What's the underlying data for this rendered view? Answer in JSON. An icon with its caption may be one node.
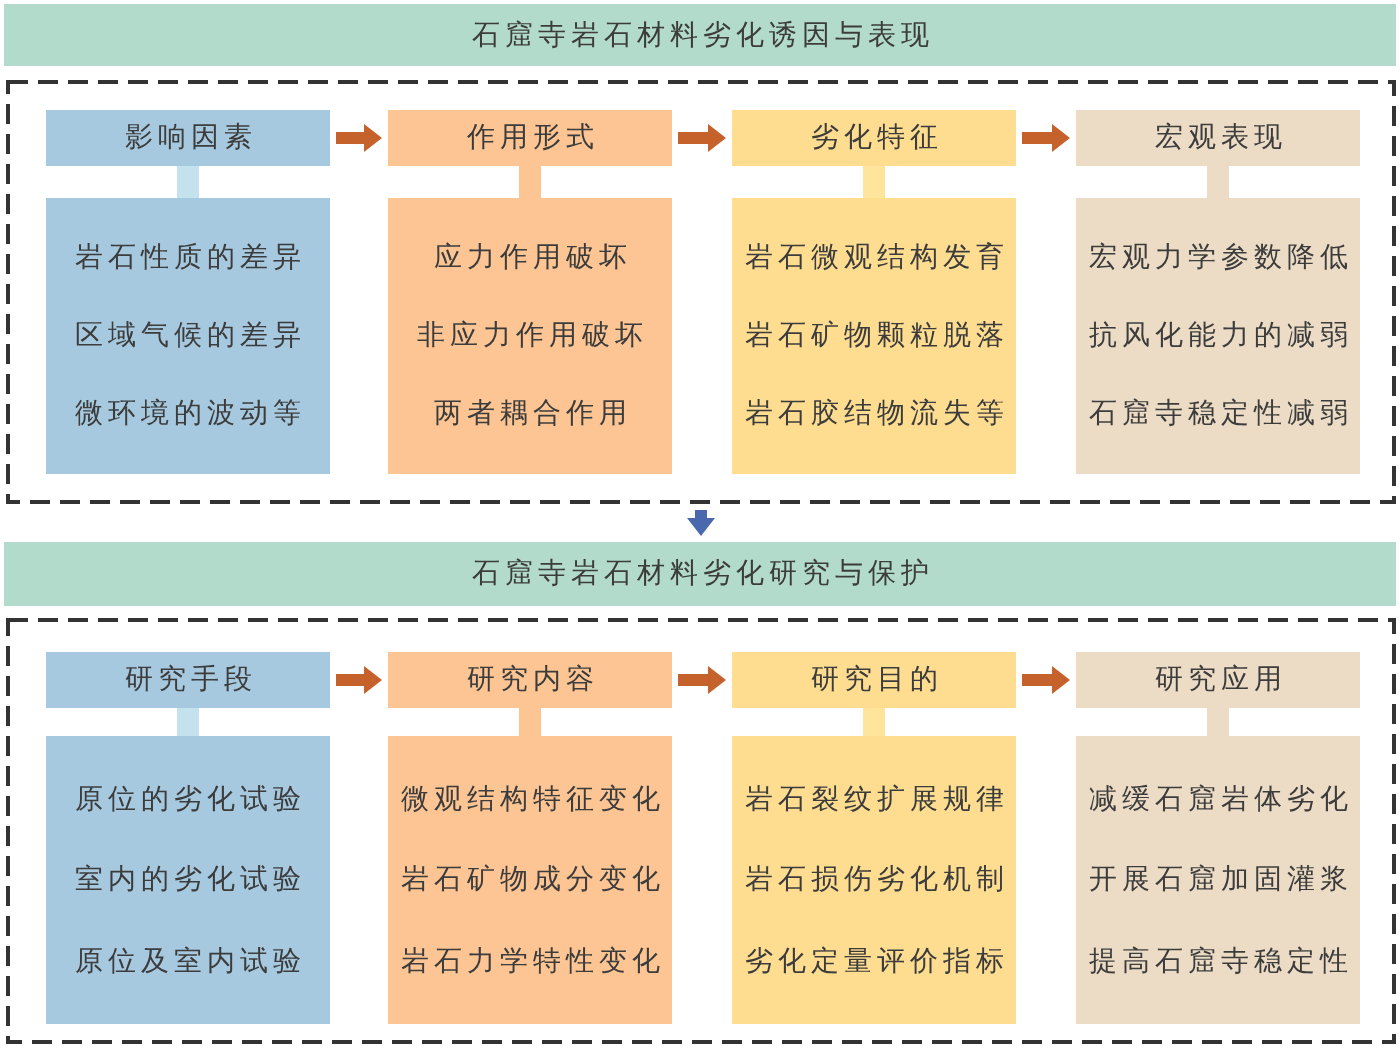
{
  "diagram": {
    "nodes": [
      {
        "text": [
          "石窟寺岩石材料劣化诱因与表现"
        ]
      },
      {
        "text": [],
        "shape": "box"
      },
      {
        "text": [
          "影响因素"
        ],
        "in": 1
      },
      {
        "text": [
          "作用形式"
        ],
        "in": 1
      },
      {
        "text": [
          "劣化特征"
        ],
        "in": 1
      },
      {
        "text": [
          "宏观表现"
        ],
        "in": 1
      },
      {
        "text": [
          "岩石性质的差异",
          "区域气候的差异",
          "微环境的波动等"
        ],
        "in": 1
      },
      {
        "text": [
          "应力作用破坏",
          "非应力作用破坏",
          "两者耦合作用"
        ],
        "in": 1
      },
      {
        "text": [
          "岩石微观结构发育",
          "岩石矿物颗粒脱落",
          "岩石胶结物流失等"
        ],
        "in": 1
      },
      {
        "text": [
          "宏观力学参数降低",
          "抗风化能力的减弱",
          "石窟寺稳定性减弱"
        ],
        "in": 1
      },
      {
        "text": [
          "石窟寺岩石材料劣化研究与保护"
        ]
      },
      {
        "text": [],
        "shape": "box"
      },
      {
        "text": [
          "研究手段"
        ],
        "in": 11
      },
      {
        "text": [
          "研究内容"
        ],
        "in": 11
      },
      {
        "text": [
          "研究目的"
        ],
        "in": 11
      },
      {
        "text": [
          "研究应用"
        ],
        "in": 11
      },
      {
        "text": [
          "原位的劣化试验",
          "室内的劣化试验",
          "原位及室内试验"
        ],
        "in": 11
      },
      {
        "text": [
          "微观结构特征变化",
          "岩石矿物成分变化",
          "岩石力学特性变化"
        ],
        "in": 11
      },
      {
        "text": [
          "岩石裂纹扩展规律",
          "岩石损伤劣化机制",
          "劣化定量评价指标"
        ],
        "in": 11
      },
      {
        "text": [
          "减缓石窟岩体劣化",
          "开展石窟加固灌浆",
          "提高石窟寺稳定性"
        ],
        "in": 11
      }
    ],
    "edges": [
      {
        "from": 2,
        "to": 3,
        "arrow": "to"
      },
      {
        "from": 3,
        "to": 4,
        "arrow": "to"
      },
      {
        "from": 4,
        "to": 5,
        "arrow": "to"
      },
      {
        "from": 2,
        "to": 6,
        "arrow": "none",
        "color": "#c4e1ee"
      },
      {
        "from": 3,
        "to": 7,
        "arrow": "none",
        "color": "#fcc593"
      },
      {
        "from": 4,
        "to": 8,
        "arrow": "none",
        "color": "#ffe49c"
      },
      {
        "from": 5,
        "to": 9,
        "arrow": "none",
        "color": "#ecdcc5"
      },
      {
        "from": 1,
        "to": 10,
        "arrow": "to",
        "color": "#4a68ad"
      },
      {
        "from": 12,
        "to": 13,
        "arrow": "to"
      },
      {
        "from": 13,
        "to": 14,
        "arrow": "to"
      },
      {
        "from": 14,
        "to": 15,
        "arrow": "to"
      },
      {
        "from": 12,
        "to": 16,
        "arrow": "none",
        "color": "#c4e1ee"
      },
      {
        "from": 13,
        "to": 17,
        "arrow": "none",
        "color": "#fcc593"
      },
      {
        "from": 14,
        "to": 18,
        "arrow": "none",
        "color": "#ffe49c"
      },
      {
        "from": 15,
        "to": 19,
        "arrow": "none",
        "color": "#ecdcc5"
      }
    ]
  }
}
